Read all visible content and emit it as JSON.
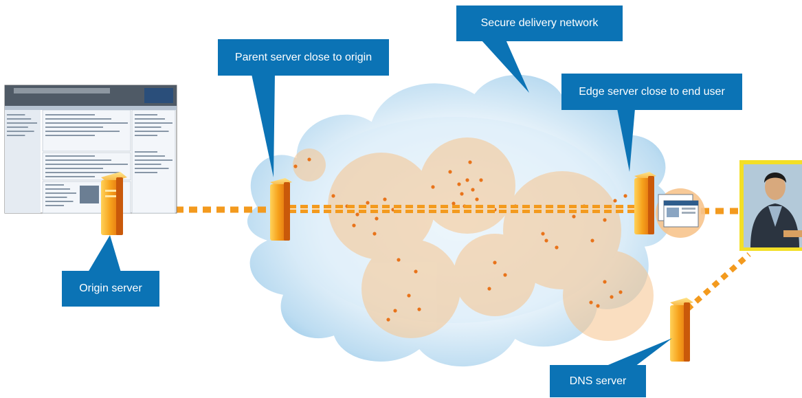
{
  "labels": {
    "parent_server": "Parent server close to origin",
    "secure_network": "Secure delivery network",
    "edge_server": "Edge server close to end user",
    "origin_server": "Origin server",
    "dns_server": "DNS server"
  },
  "colors": {
    "callout_blue": "#0b73b5",
    "link_orange": "#f39a1e",
    "region_fill": "#f7c48d",
    "node_dot": "#e8731a",
    "cloud_blue": "#8ec3e6",
    "server_orange": "#f28a12",
    "user_frame": "#f3df27"
  }
}
